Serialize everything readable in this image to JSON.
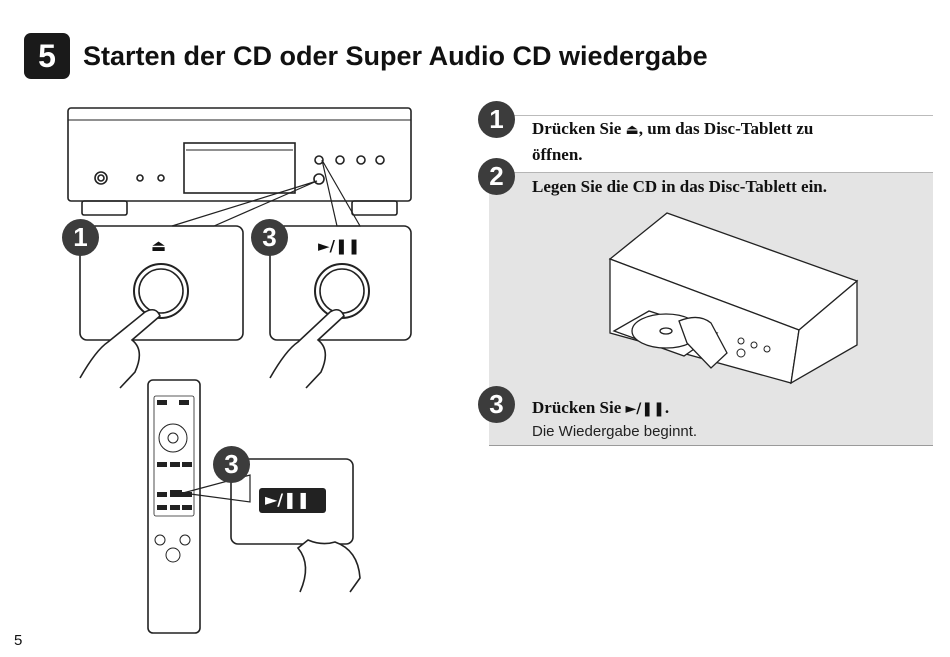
{
  "header": {
    "step_number": "5",
    "title": "Starten der CD oder Super Audio CD wiedergabe"
  },
  "illustration": {
    "callout_eject": {
      "number": "1",
      "symbol": "⏏"
    },
    "callout_play": {
      "number": "3",
      "symbol": "►/❚❚"
    },
    "callout_remote": {
      "number": "3",
      "symbol": "►/❚❚"
    }
  },
  "steps": [
    {
      "number": "1",
      "text_before": "Drücken Sie ",
      "symbol": "⏏",
      "text_after": ", um das Disc-Tablett zu",
      "text_line2": "öffnen."
    },
    {
      "number": "2",
      "text": "Legen Sie die CD in das Disc-Tablett ein."
    },
    {
      "number": "3",
      "text_before": "Drücken Sie ",
      "symbol": "►/❚❚",
      "text_after": ".",
      "subtext": "Die Wiedergabe beginnt."
    }
  ],
  "footer": {
    "page_number": "5"
  },
  "colors": {
    "badge": "#1a1a1a",
    "circle": "#3c3c3c",
    "panel": "#e4e4e4"
  }
}
